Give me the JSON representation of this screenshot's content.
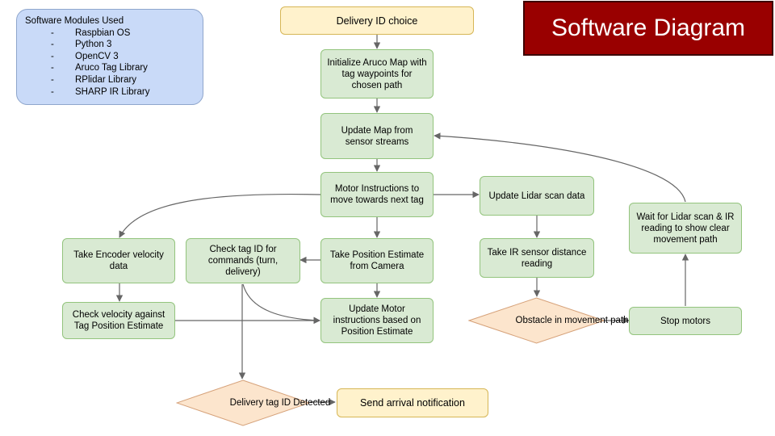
{
  "title": "Software Diagram",
  "modules": {
    "heading": "Software Modules Used",
    "items": [
      "Raspbian OS",
      "Python 3",
      "OpenCV 3",
      "Aruco Tag Library",
      "RPlidar Library",
      "SHARP IR Library"
    ]
  },
  "nodes": {
    "delivery_id": "Delivery  ID choice",
    "init_map": "Initialize Aruco Map with tag waypoints for chosen path",
    "update_map": "Update Map from sensor streams",
    "motor_instr": "Motor Instructions to move towards next tag",
    "lidar": "Update Lidar scan data",
    "ir": "Take IR sensor distance reading",
    "obstacle": "Obstacle  in movement path",
    "stop": "Stop motors",
    "wait": "Wait for Lidar scan & IR reading to show clear movement path",
    "encoder": "Take Encoder velocity data",
    "check_velocity": "Check velocity against Tag Position Estimate",
    "check_tag": "Check tag ID for commands (turn, delivery)",
    "position": "Take Position Estimate from Camera",
    "update_motor": "Update Motor instructions based on Position Estimate",
    "delivery_detected": "Delivery tag ID Detected",
    "arrival": "Send arrival  notification"
  },
  "colors": {
    "process_fill": "#d9ead3",
    "process_border": "#93c47d",
    "terminal_fill": "#fff2cc",
    "terminal_border": "#d6b656",
    "decision_fill": "#fce5cd",
    "decision_border": "#d6a27a",
    "modules_fill": "#c9daf8",
    "title_fill": "#990000",
    "arrow": "#666666"
  }
}
